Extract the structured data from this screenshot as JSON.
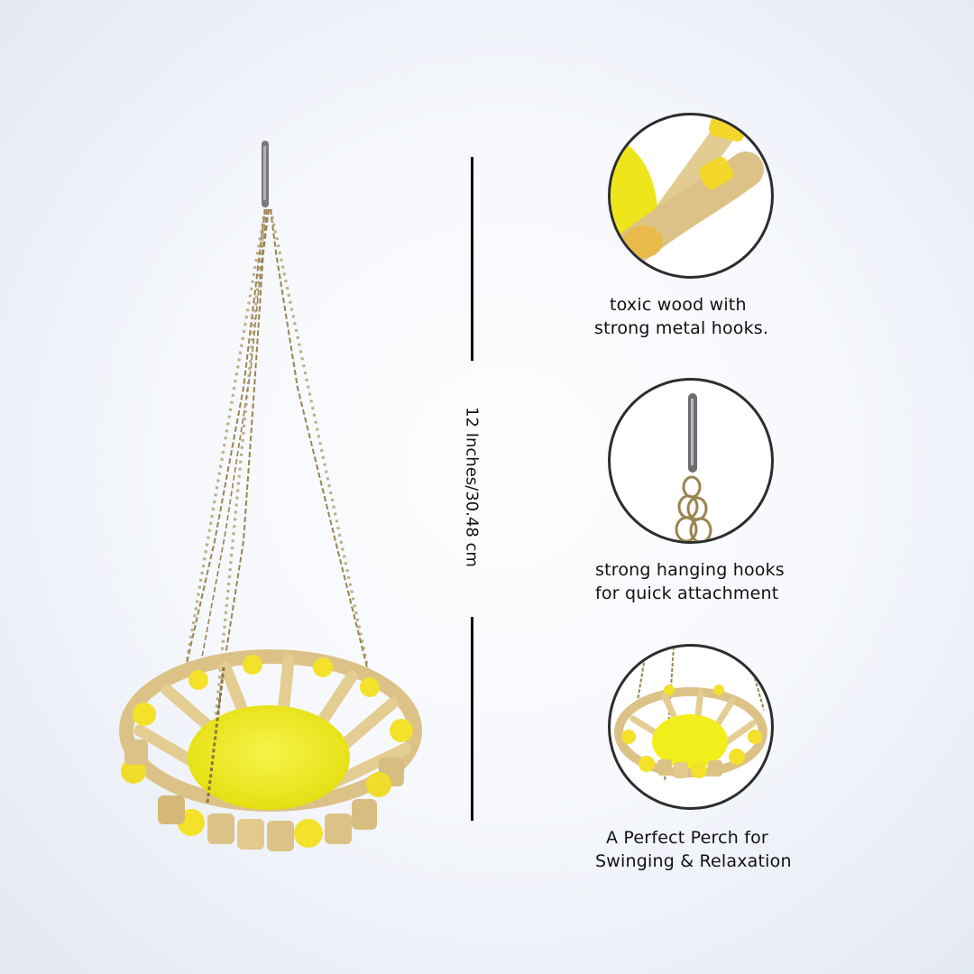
{
  "product": {
    "name": "hanging bird perch basket",
    "colors": {
      "wood": "#e2c98a",
      "wood_dark": "#c9a45e",
      "bead_yellow": "#f3e12a",
      "pad_yellow": "#f2ee1c",
      "chain": "#9a8450",
      "hook": "#6e6a70"
    }
  },
  "dimension": {
    "label": "12 Inches/30.48 cm"
  },
  "features": [
    {
      "icon": "wood-closeup-icon",
      "line1": "toxic wood with",
      "line2": "strong metal hooks."
    },
    {
      "icon": "hook-closeup-icon",
      "line1": "strong hanging hooks",
      "line2": "for quick attachment"
    },
    {
      "icon": "perch-closeup-icon",
      "line1": "A Perfect Perch for",
      "line2": "Swinging & Relaxation"
    }
  ],
  "background": {
    "center": "#fdfdfe",
    "edge": "#e2e8f2"
  },
  "circle_border_color": "#2d2d2d"
}
